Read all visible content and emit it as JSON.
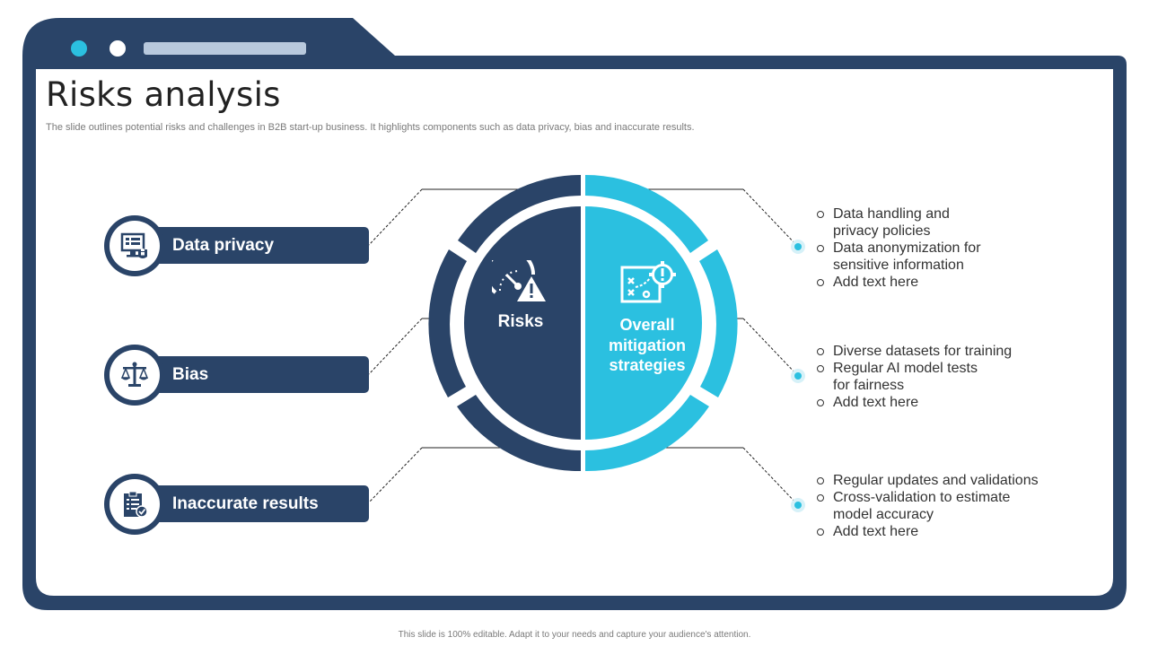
{
  "slide": {
    "title": "Risks analysis",
    "subtitle": "The slide outlines potential risks and challenges in B2B start-up business. It highlights components such as data privacy,  bias and inaccurate results."
  },
  "colors": {
    "navy": "#2a4468",
    "cyan": "#2bc0e0",
    "window_bar": "#b8c9dd",
    "text": "#333333"
  },
  "risks": [
    {
      "label": "Data privacy",
      "icon": "monitor-lock-icon"
    },
    {
      "label": "Bias",
      "icon": "scales-icon"
    },
    {
      "label": "Inaccurate results",
      "icon": "clipboard-check-icon"
    }
  ],
  "center": {
    "left_label": "Risks",
    "left_icon": "speedometer-warning-icon",
    "right_label": "Overall mitigation strategies",
    "right_icon": "strategy-board-gear-icon"
  },
  "strategies": [
    {
      "items": [
        "Data handling and\nprivacy policies",
        "Data anonymization for\nsensitive information",
        "Add text here"
      ]
    },
    {
      "items": [
        "Diverse datasets for training",
        "Regular AI model tests\nfor fairness",
        "Add text here"
      ]
    },
    {
      "items": [
        "Regular updates and validations",
        "Cross-validation to estimate\nmodel accuracy",
        "Add text here"
      ]
    }
  ],
  "footer": "This slide is 100% editable.  Adapt it to your needs and capture your audience's attention."
}
